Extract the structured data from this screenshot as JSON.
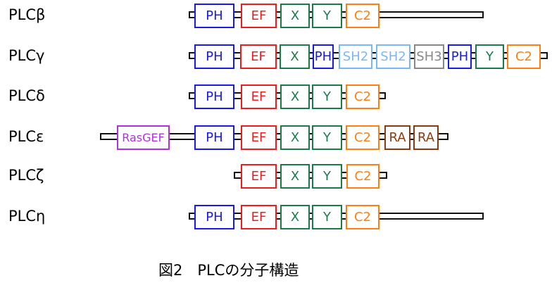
{
  "rows": [
    {
      "name": "PLCβ",
      "domains": [
        "PH",
        "EF",
        "X",
        "Y",
        "C2"
      ]
    },
    {
      "name": "PLCγ",
      "domains": [
        "PH",
        "EF",
        "X",
        "PH",
        "SH2",
        "SH2",
        "SH3",
        "PH",
        "Y",
        "C2"
      ]
    },
    {
      "name": "PLCδ",
      "domains": [
        "PH",
        "EF",
        "X",
        "Y",
        "C2"
      ]
    },
    {
      "name": "PLCε",
      "domains": [
        "RasGEF",
        "PH",
        "EF",
        "X",
        "Y",
        "C2",
        "RA",
        "RA"
      ]
    },
    {
      "name": "PLCζ",
      "domains": [
        "EF",
        "X",
        "Y",
        "C2"
      ]
    },
    {
      "name": "PLCη",
      "domains": [
        "PH",
        "EF",
        "X",
        "Y",
        "C2"
      ]
    }
  ],
  "colors": {
    "PH": "#1a1ae6",
    "EF": "#ee1c1c",
    "X": "#1a7a4a",
    "Y": "#1a7a4a",
    "C2": "#ff7f10",
    "SH2": "#7ab8f5",
    "SH3": "#888888",
    "RasGEF": "#b030e0",
    "RA": "#8b3a0f"
  },
  "caption": "図2　PLCの分子構造"
}
